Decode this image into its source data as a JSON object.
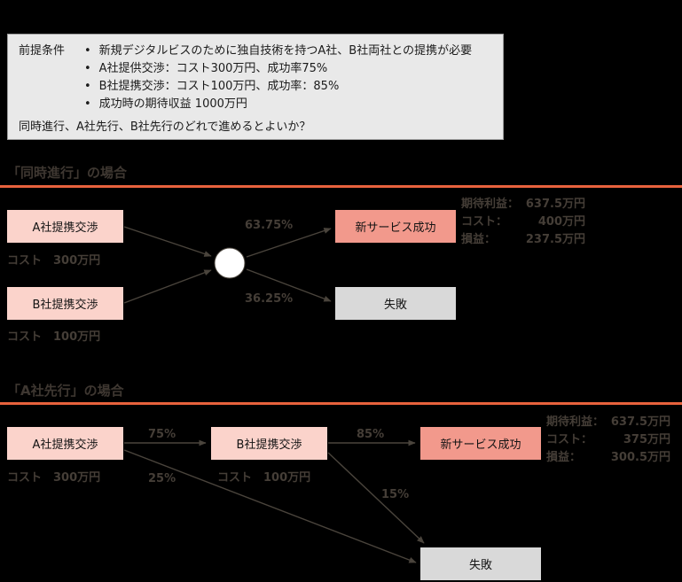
{
  "premise": {
    "label": "前提条件",
    "bullets": [
      "新規デジタルビスのために独自技術を持つA社、B社両社との提携が必要",
      "A社提供交渉：コスト300万円、成功率75%",
      "B社提携交渉：コスト100万円、成功率：85%",
      "成功時の期待収益 1000万円"
    ],
    "question": "同時進行、A社先行、B社先行のどれで進めるとよいか？"
  },
  "simultaneous": {
    "title": "「同時進行」の場合",
    "node_a": "A社提携交渉",
    "node_a_cost": "コスト　300万円",
    "node_b": "B社提携交渉",
    "node_b_cost": "コスト　100万円",
    "chance_success_pct": "63.75%",
    "chance_fail_pct": "36.25%",
    "success_label": "新サービス成功",
    "fail_label": "失敗",
    "results": [
      {
        "label": "期待利益：",
        "value": "637.5万円"
      },
      {
        "label": "コスト：",
        "value": "400万円"
      },
      {
        "label": "損益：",
        "value": "237.5万円"
      }
    ]
  },
  "a_first": {
    "title": "「A社先行」の場合",
    "node_a": "A社提携交渉",
    "node_a_cost": "コスト　300万円",
    "a_success_pct": "75%",
    "a_fail_pct": "25%",
    "node_b": "B社提携交渉",
    "node_b_cost": "コスト　100万円",
    "b_success_pct": "85%",
    "b_fail_pct": "15%",
    "success_label": "新サービス成功",
    "fail_label": "失敗",
    "results": [
      {
        "label": "期待利益：",
        "value": "637.5万円"
      },
      {
        "label": "コスト：",
        "value": "375万円"
      },
      {
        "label": "損益：",
        "value": "300.5万円"
      }
    ]
  },
  "colors": {
    "background": "#000000",
    "premise_bg": "#e9e9e9",
    "accent_line": "#e8623d",
    "node_pink": "#fbd3cb",
    "node_salmon": "#f2998c",
    "node_gray": "#d9d9d9",
    "dark_text": "#453e37",
    "chance_node_fill": "#ffffff"
  }
}
